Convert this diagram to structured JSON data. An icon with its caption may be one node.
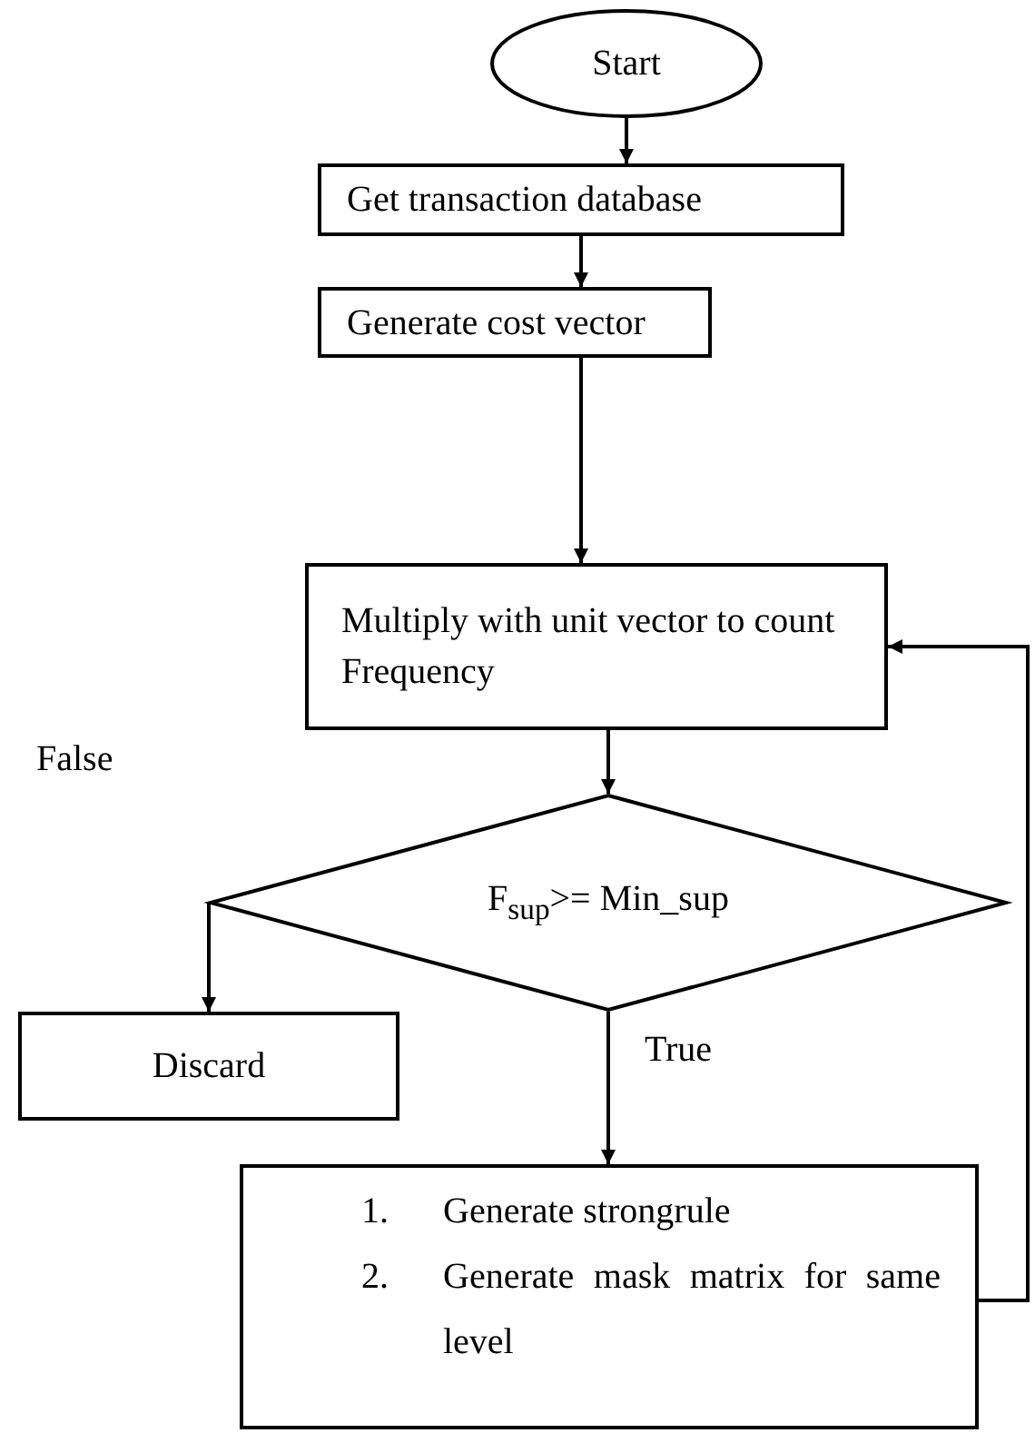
{
  "diagram": {
    "nodes": [
      {
        "text": [
          "Start"
        ]
      },
      {
        "text": [
          "Get transaction database"
        ]
      },
      {
        "text": [
          "Generate cost vector"
        ]
      },
      {
        "text": [
          "Multiply with unit vector to count Frequency"
        ]
      },
      {
        "text": [
          "F$_{sup}$>= Min_sup"
        ]
      },
      {
        "text": [
          "Discard"
        ]
      },
      {
        "text": [
          "1. Generate strongrule",
          "2. Generate mask matrix for same level"
        ]
      }
    ],
    "edges": [
      {
        "from": 0,
        "to": 1,
        "arrow": "to"
      },
      {
        "from": 1,
        "to": 2,
        "arrow": "to"
      },
      {
        "from": 2,
        "to": 3,
        "arrow": "to"
      },
      {
        "from": 3,
        "to": 4,
        "arrow": "to"
      },
      {
        "from": 4,
        "to": 5,
        "arrow": "to",
        "label": "False"
      },
      {
        "from": 4,
        "to": 6,
        "arrow": "to",
        "label": "True"
      },
      {
        "from": 6,
        "to": 3,
        "arrow": "to"
      }
    ]
  }
}
